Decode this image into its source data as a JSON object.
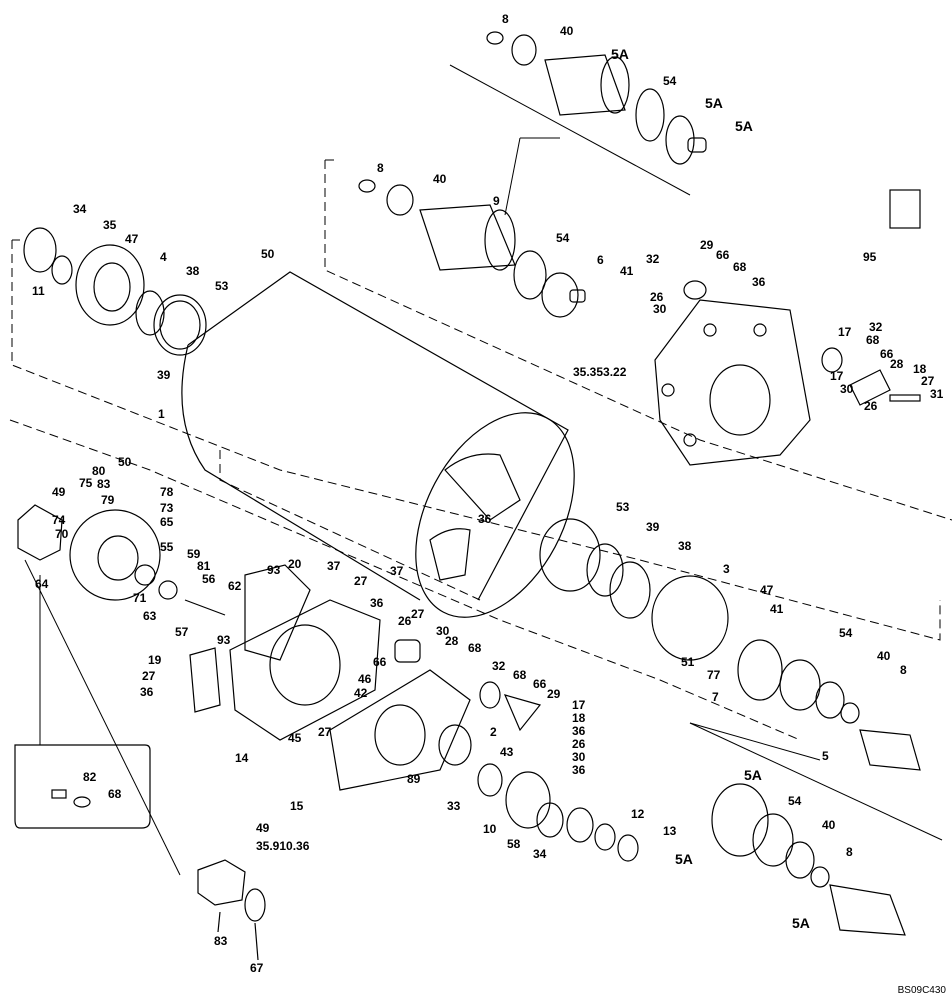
{
  "diagram_code": "BS09C430",
  "callouts": [
    {
      "id": "c1",
      "text": "8"
    },
    {
      "id": "c2",
      "text": "40"
    },
    {
      "id": "c3",
      "text": "5A"
    },
    {
      "id": "c4",
      "text": "54"
    },
    {
      "id": "c5",
      "text": "5A"
    },
    {
      "id": "c6",
      "text": "5A"
    },
    {
      "id": "c7",
      "text": "8"
    },
    {
      "id": "c8",
      "text": "40"
    },
    {
      "id": "c9",
      "text": "9"
    },
    {
      "id": "c10",
      "text": "54"
    },
    {
      "id": "c11",
      "text": "6"
    },
    {
      "id": "c12",
      "text": "41"
    },
    {
      "id": "c13",
      "text": "34"
    },
    {
      "id": "c14",
      "text": "35"
    },
    {
      "id": "c15",
      "text": "47"
    },
    {
      "id": "c16",
      "text": "4"
    },
    {
      "id": "c17",
      "text": "38"
    },
    {
      "id": "c18",
      "text": "50"
    },
    {
      "id": "c19",
      "text": "53"
    },
    {
      "id": "c20",
      "text": "11"
    },
    {
      "id": "c21",
      "text": "39"
    },
    {
      "id": "c22",
      "text": "1"
    },
    {
      "id": "c23",
      "text": "29"
    },
    {
      "id": "c24",
      "text": "32"
    },
    {
      "id": "c25",
      "text": "66"
    },
    {
      "id": "c26",
      "text": "68"
    },
    {
      "id": "c27",
      "text": "36"
    },
    {
      "id": "c28",
      "text": "26"
    },
    {
      "id": "c29",
      "text": "30"
    },
    {
      "id": "c30",
      "text": "95"
    },
    {
      "id": "c31",
      "text": "35.353.22"
    },
    {
      "id": "c32",
      "text": "17"
    },
    {
      "id": "c33",
      "text": "32"
    },
    {
      "id": "c34",
      "text": "68"
    },
    {
      "id": "c35",
      "text": "66"
    },
    {
      "id": "c36",
      "text": "28"
    },
    {
      "id": "c37",
      "text": "18"
    },
    {
      "id": "c38",
      "text": "27"
    },
    {
      "id": "c39",
      "text": "17"
    },
    {
      "id": "c40",
      "text": "31"
    },
    {
      "id": "c41",
      "text": "30"
    },
    {
      "id": "c42",
      "text": "26"
    },
    {
      "id": "c43",
      "text": "50"
    },
    {
      "id": "c44",
      "text": "80"
    },
    {
      "id": "c45",
      "text": "83"
    },
    {
      "id": "c46",
      "text": "75"
    },
    {
      "id": "c47",
      "text": "49"
    },
    {
      "id": "c48",
      "text": "79"
    },
    {
      "id": "c49",
      "text": "78"
    },
    {
      "id": "c50",
      "text": "73"
    },
    {
      "id": "c51",
      "text": "74"
    },
    {
      "id": "c52",
      "text": "65"
    },
    {
      "id": "c53",
      "text": "70"
    },
    {
      "id": "c54",
      "text": "55"
    },
    {
      "id": "c55",
      "text": "59"
    },
    {
      "id": "c56",
      "text": "81"
    },
    {
      "id": "c57",
      "text": "56"
    },
    {
      "id": "c58",
      "text": "64"
    },
    {
      "id": "c59",
      "text": "71"
    },
    {
      "id": "c60",
      "text": "63"
    },
    {
      "id": "c61",
      "text": "62"
    },
    {
      "id": "c62",
      "text": "57"
    },
    {
      "id": "c63",
      "text": "93"
    },
    {
      "id": "c64",
      "text": "20"
    },
    {
      "id": "c65",
      "text": "37"
    },
    {
      "id": "c66",
      "text": "27"
    },
    {
      "id": "c67",
      "text": "37"
    },
    {
      "id": "c68",
      "text": "36"
    },
    {
      "id": "c69",
      "text": "27"
    },
    {
      "id": "c70",
      "text": "26"
    },
    {
      "id": "c71",
      "text": "30"
    },
    {
      "id": "c72",
      "text": "28"
    },
    {
      "id": "c73",
      "text": "68"
    },
    {
      "id": "c74",
      "text": "93"
    },
    {
      "id": "c75",
      "text": "19"
    },
    {
      "id": "c76",
      "text": "27"
    },
    {
      "id": "c77",
      "text": "36"
    },
    {
      "id": "c78",
      "text": "66"
    },
    {
      "id": "c79",
      "text": "46"
    },
    {
      "id": "c80",
      "text": "42"
    },
    {
      "id": "c81",
      "text": "32"
    },
    {
      "id": "c82",
      "text": "68"
    },
    {
      "id": "c83",
      "text": "66"
    },
    {
      "id": "c84",
      "text": "29"
    },
    {
      "id": "c85",
      "text": "17"
    },
    {
      "id": "c86",
      "text": "18"
    },
    {
      "id": "c87",
      "text": "36"
    },
    {
      "id": "c88",
      "text": "26"
    },
    {
      "id": "c89",
      "text": "30"
    },
    {
      "id": "c90",
      "text": "36"
    },
    {
      "id": "c91",
      "text": "14"
    },
    {
      "id": "c92",
      "text": "45"
    },
    {
      "id": "c93",
      "text": "27"
    },
    {
      "id": "c94",
      "text": "2"
    },
    {
      "id": "c95",
      "text": "43"
    },
    {
      "id": "c96",
      "text": "89"
    },
    {
      "id": "c97",
      "text": "15"
    },
    {
      "id": "c98",
      "text": "33"
    },
    {
      "id": "c99",
      "text": "10"
    },
    {
      "id": "c100",
      "text": "58"
    },
    {
      "id": "c101",
      "text": "34"
    },
    {
      "id": "c102",
      "text": "12"
    },
    {
      "id": "c103",
      "text": "13"
    },
    {
      "id": "c104",
      "text": "36"
    },
    {
      "id": "c105",
      "text": "53"
    },
    {
      "id": "c106",
      "text": "39"
    },
    {
      "id": "c107",
      "text": "38"
    },
    {
      "id": "c108",
      "text": "3"
    },
    {
      "id": "c109",
      "text": "47"
    },
    {
      "id": "c110",
      "text": "41"
    },
    {
      "id": "c111",
      "text": "54"
    },
    {
      "id": "c112",
      "text": "40"
    },
    {
      "id": "c113",
      "text": "8"
    },
    {
      "id": "c114",
      "text": "51"
    },
    {
      "id": "c115",
      "text": "77"
    },
    {
      "id": "c116",
      "text": "7"
    },
    {
      "id": "c117",
      "text": "5"
    },
    {
      "id": "c118",
      "text": "5A"
    },
    {
      "id": "c119",
      "text": "54"
    },
    {
      "id": "c120",
      "text": "40"
    },
    {
      "id": "c121",
      "text": "8"
    },
    {
      "id": "c122",
      "text": "5A"
    },
    {
      "id": "c123",
      "text": "5A"
    },
    {
      "id": "c124",
      "text": "82"
    },
    {
      "id": "c125",
      "text": "68"
    },
    {
      "id": "c126",
      "text": "49"
    },
    {
      "id": "c127",
      "text": "35.910.36"
    },
    {
      "id": "c128",
      "text": "83"
    },
    {
      "id": "c129",
      "text": "67"
    }
  ]
}
